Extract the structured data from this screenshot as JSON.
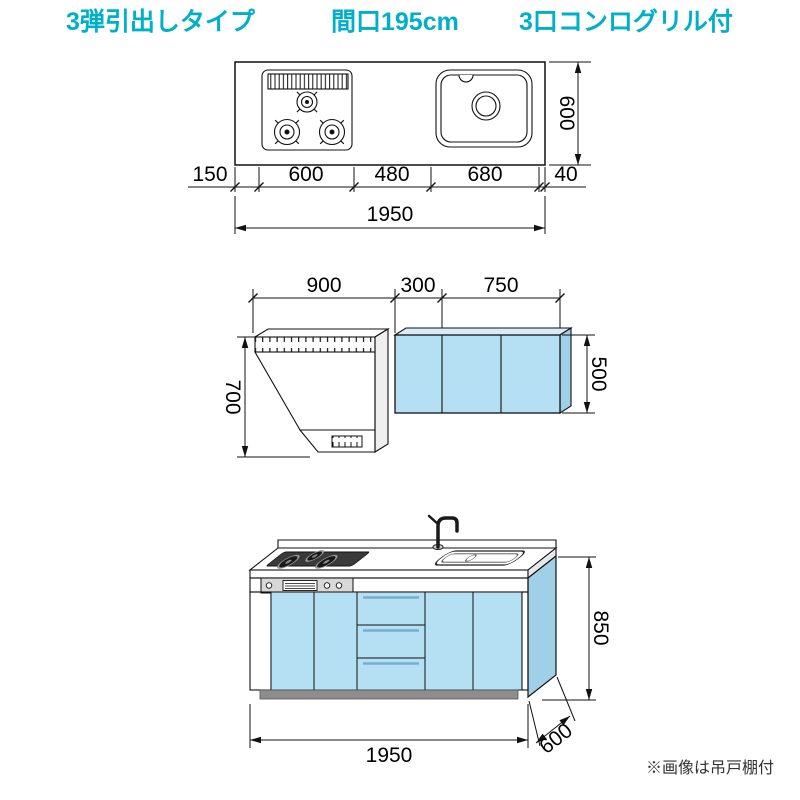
{
  "header": {
    "drawer_type": "3弾引出しタイプ",
    "opening_width": "間口195cm",
    "cooktop": "3口コンログリル付"
  },
  "colors": {
    "accent": "#00afc8",
    "cabinet_front": "#b5e0f4",
    "cabinet_side": "#a0d0e8",
    "cabinet_top": "#d8ecf7",
    "toe_kick": "#8d8d8d"
  },
  "plan_view": {
    "depth_mm": "600",
    "segments": [
      "150",
      "600",
      "480",
      "680",
      "40"
    ],
    "total_width_mm": "1950"
  },
  "elevation_view": {
    "segments": [
      "900",
      "300",
      "750"
    ],
    "hood_height_mm": "700",
    "wall_cabinet_height_mm": "500"
  },
  "perspective_view": {
    "cabinet_height_mm": "850",
    "total_width_mm": "1950",
    "depth_mm": "600",
    "note": "※画像は吊戸棚付"
  }
}
